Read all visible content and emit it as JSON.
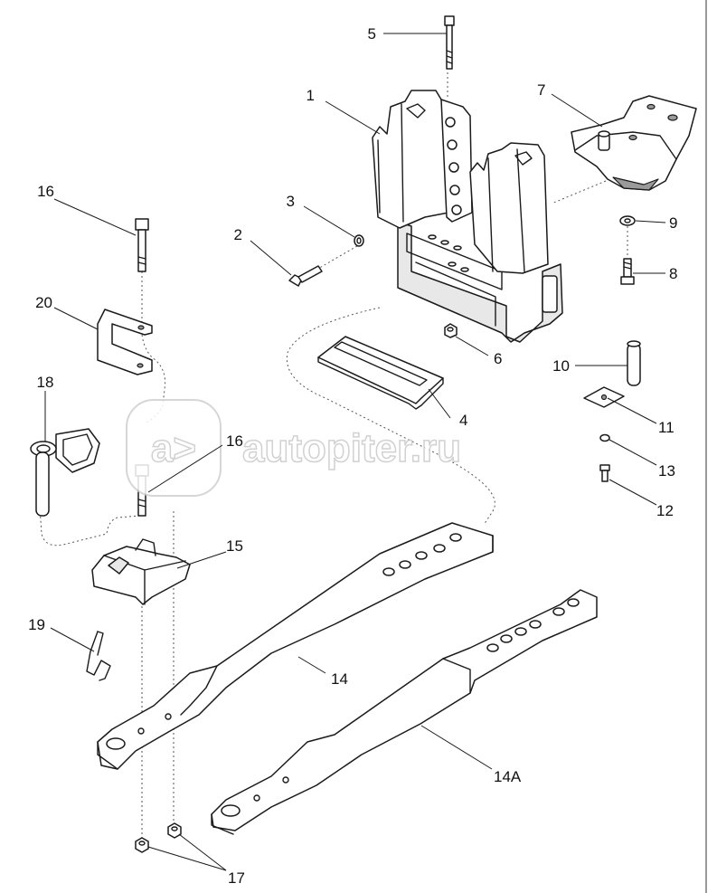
{
  "callouts": [
    {
      "id": "c1",
      "text": "1"
    },
    {
      "id": "c2",
      "text": "2"
    },
    {
      "id": "c3",
      "text": "3"
    },
    {
      "id": "c4",
      "text": "4"
    },
    {
      "id": "c5",
      "text": "5"
    },
    {
      "id": "c6",
      "text": "6"
    },
    {
      "id": "c7",
      "text": "7"
    },
    {
      "id": "c8",
      "text": "8"
    },
    {
      "id": "c9",
      "text": "9"
    },
    {
      "id": "c10",
      "text": "10"
    },
    {
      "id": "c11",
      "text": "11"
    },
    {
      "id": "c12",
      "text": "12"
    },
    {
      "id": "c13",
      "text": "13"
    },
    {
      "id": "c14",
      "text": "14"
    },
    {
      "id": "c14a",
      "text": "14A"
    },
    {
      "id": "c15",
      "text": "15"
    },
    {
      "id": "c16a",
      "text": "16"
    },
    {
      "id": "c16b",
      "text": "16"
    },
    {
      "id": "c17",
      "text": "17"
    },
    {
      "id": "c18",
      "text": "18"
    },
    {
      "id": "c19",
      "text": "19"
    },
    {
      "id": "c20",
      "text": "20"
    }
  ],
  "watermark": {
    "text": "autopiter.ru",
    "logo_glyph": "a>"
  }
}
